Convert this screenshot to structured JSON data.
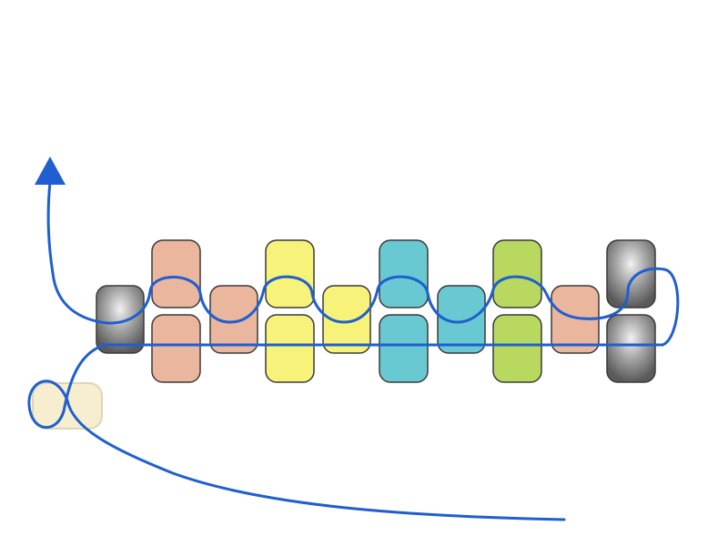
{
  "diagram": {
    "thread_color": "#1f5fd0",
    "bead_outline": "#3a3a3a",
    "beads": {
      "stop_bead": {
        "color": "#f5ecc7",
        "shaded": false,
        "faded": true
      },
      "row": [
        {
          "id": "bead-1",
          "color": "#888888",
          "shaded": true
        },
        {
          "id": "bead-2-top",
          "color": "#eab69e",
          "shaded": false
        },
        {
          "id": "bead-2-bottom",
          "color": "#eab69e",
          "shaded": false
        },
        {
          "id": "bead-3",
          "color": "#eab69e",
          "shaded": false
        },
        {
          "id": "bead-4-top",
          "color": "#f6f27a",
          "shaded": false
        },
        {
          "id": "bead-4-bottom",
          "color": "#f6f27a",
          "shaded": false
        },
        {
          "id": "bead-5",
          "color": "#f6f27a",
          "shaded": false
        },
        {
          "id": "bead-6-top",
          "color": "#69c9d3",
          "shaded": false
        },
        {
          "id": "bead-6-bottom",
          "color": "#69c9d3",
          "shaded": false
        },
        {
          "id": "bead-7",
          "color": "#69c9d3",
          "shaded": false
        },
        {
          "id": "bead-8-top",
          "color": "#b9d860",
          "shaded": false
        },
        {
          "id": "bead-8-bottom",
          "color": "#b9d860",
          "shaded": false
        },
        {
          "id": "bead-9",
          "color": "#eab69e",
          "shaded": false
        },
        {
          "id": "bead-10-top",
          "color": "#888888",
          "shaded": true
        },
        {
          "id": "bead-10-bottom",
          "color": "#888888",
          "shaded": true
        }
      ]
    },
    "arrow": {
      "direction": "up"
    }
  }
}
